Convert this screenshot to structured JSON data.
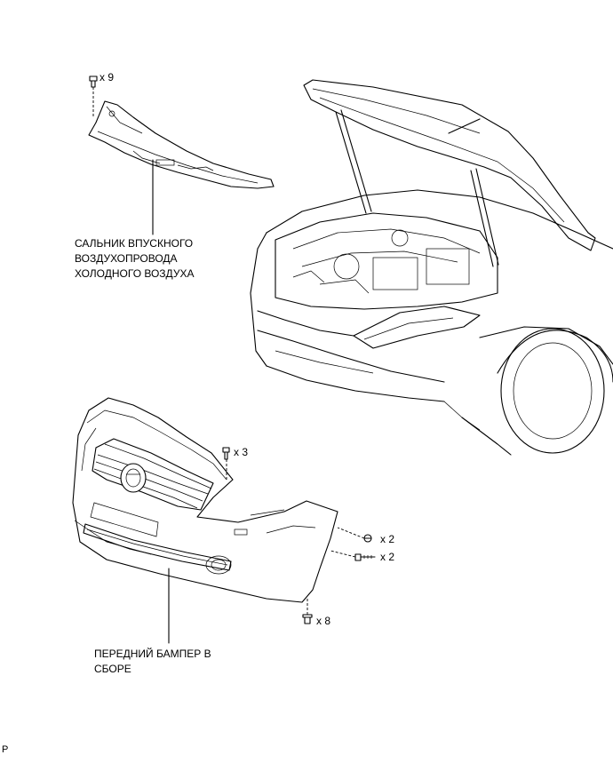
{
  "labels": {
    "air_seal_line1": "САЛЬНИК ВПУСКНОГО",
    "air_seal_line2": "ВОЗДУХОПРОВОДА",
    "air_seal_line3": "ХОЛОДНОГО ВОЗДУХА",
    "bumper_line1": "ПЕРЕДНИЙ БАМПЕР В",
    "bumper_line2": "СБОРЕ"
  },
  "quantities": {
    "seal_clips": "x 9",
    "grille_clips": "x 3",
    "side_screws": "x 2",
    "side_bolts": "x 2",
    "bottom_screws": "x 8"
  },
  "corner_mark": "P"
}
